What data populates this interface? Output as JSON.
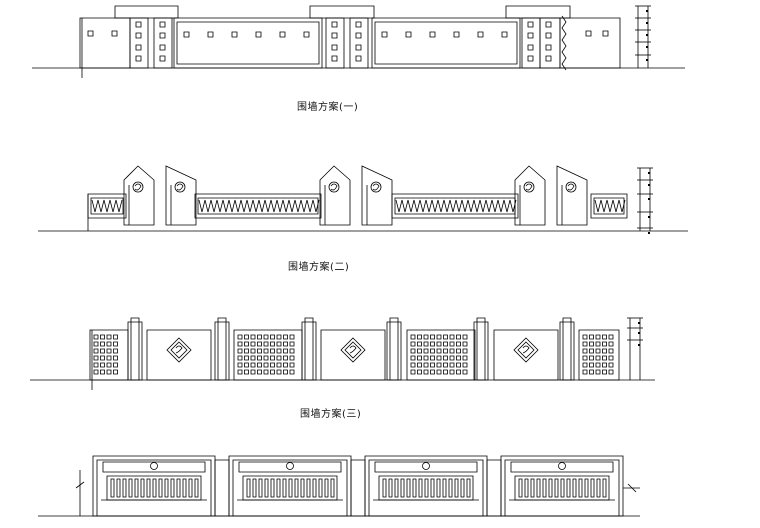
{
  "schemes": [
    {
      "id": "scheme-1",
      "caption": "围墙方案(一)"
    },
    {
      "id": "scheme-2",
      "caption": "围墙方案(二)"
    },
    {
      "id": "scheme-3",
      "caption": "围墙方案(三)"
    },
    {
      "id": "scheme-4",
      "caption": ""
    }
  ],
  "colors": {
    "line": "#000000",
    "background": "#ffffff"
  }
}
